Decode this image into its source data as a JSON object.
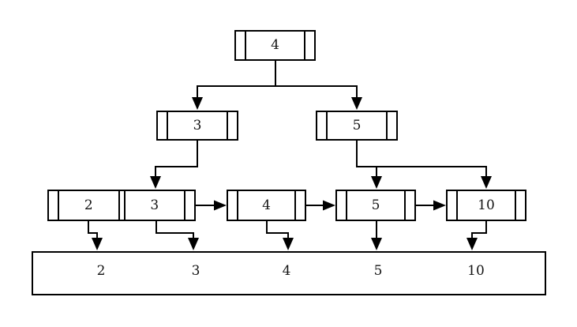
{
  "diagram_type": "b-plus-tree-with-data-block",
  "tree": {
    "root": {
      "keys": [
        "4"
      ]
    },
    "internal": [
      {
        "keys": [
          "3"
        ]
      },
      {
        "keys": [
          "5"
        ]
      }
    ],
    "leaves": [
      {
        "keys": [
          "2",
          "3"
        ]
      },
      {
        "keys": [
          "4"
        ]
      },
      {
        "keys": [
          "5"
        ]
      },
      {
        "keys": [
          "10"
        ]
      }
    ],
    "data_block": {
      "values": [
        "2",
        "3",
        "4",
        "5",
        "10"
      ]
    }
  },
  "colors": {
    "line": "#000000",
    "node_fill": "#ffffff",
    "background": "#ffffff"
  }
}
